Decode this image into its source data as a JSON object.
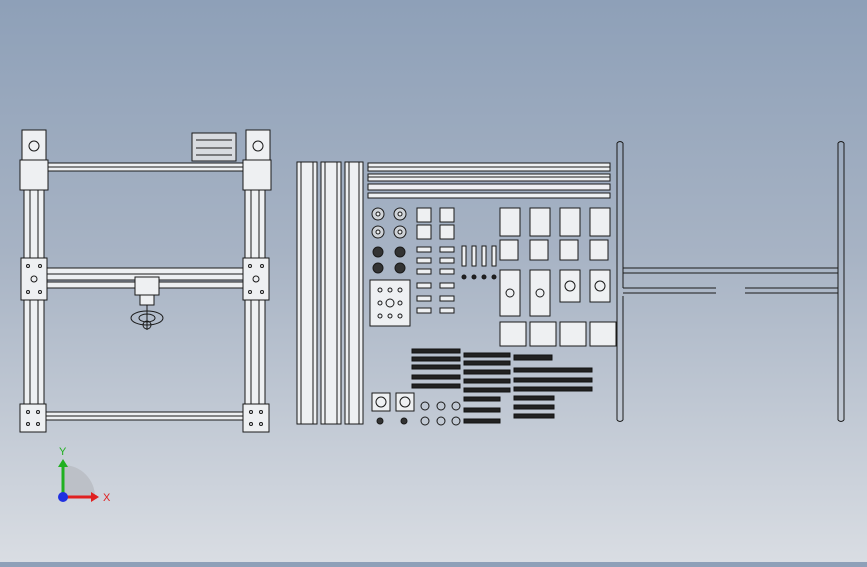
{
  "viewport": {
    "background_top": "#8ea0b8",
    "background_bottom": "#d9dde3",
    "line_color": "#1a1a1a",
    "part_fill": "#eef0f2"
  },
  "triad": {
    "x_label": "X",
    "y_label": "Y",
    "x_color": "#e02020",
    "y_color": "#20b020",
    "z_color": "#2030e0"
  },
  "assembly": {
    "parts": [
      "frame-assembly",
      "aluminum-profiles",
      "bracket-plates",
      "fastener-kit",
      "table-frame"
    ]
  }
}
